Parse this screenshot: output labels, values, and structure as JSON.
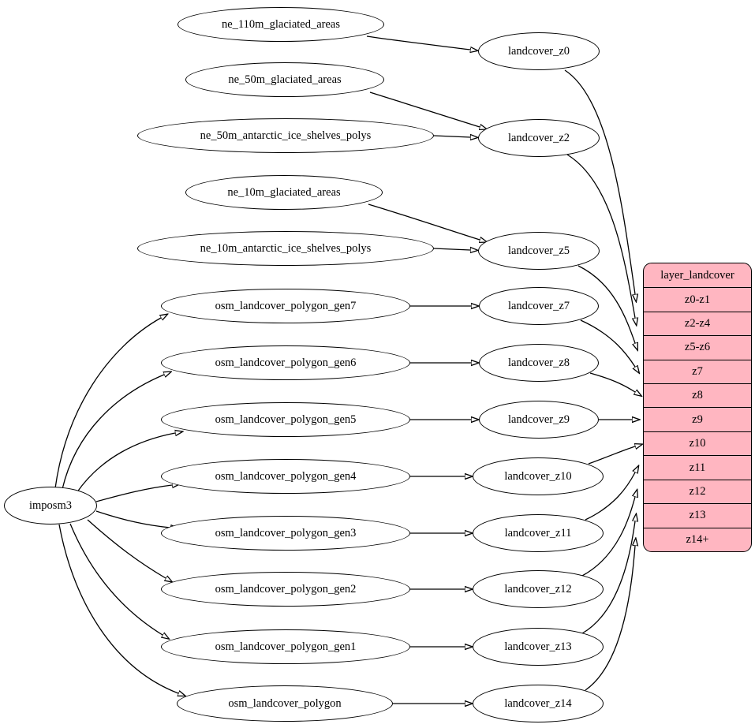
{
  "colors": {
    "background": "#ffffff",
    "node_fill": "#ffffff",
    "stroke": "#000000",
    "table_fill": "#ffb6c1"
  },
  "nodes": {
    "imposm3": "imposm3",
    "ne_110m_glaciated_areas": "ne_110m_glaciated_areas",
    "ne_50m_glaciated_areas": "ne_50m_glaciated_areas",
    "ne_50m_antarctic_ice_shelves_polys": "ne_50m_antarctic_ice_shelves_polys",
    "ne_10m_glaciated_areas": "ne_10m_glaciated_areas",
    "ne_10m_antarctic_ice_shelves_polys": "ne_10m_antarctic_ice_shelves_polys",
    "osm_landcover_polygon_gen7": "osm_landcover_polygon_gen7",
    "osm_landcover_polygon_gen6": "osm_landcover_polygon_gen6",
    "osm_landcover_polygon_gen5": "osm_landcover_polygon_gen5",
    "osm_landcover_polygon_gen4": "osm_landcover_polygon_gen4",
    "osm_landcover_polygon_gen3": "osm_landcover_polygon_gen3",
    "osm_landcover_polygon_gen2": "osm_landcover_polygon_gen2",
    "osm_landcover_polygon_gen1": "osm_landcover_polygon_gen1",
    "osm_landcover_polygon": "osm_landcover_polygon",
    "landcover_z0": "landcover_z0",
    "landcover_z2": "landcover_z2",
    "landcover_z5": "landcover_z5",
    "landcover_z7": "landcover_z7",
    "landcover_z8": "landcover_z8",
    "landcover_z9": "landcover_z9",
    "landcover_z10": "landcover_z10",
    "landcover_z11": "landcover_z11",
    "landcover_z12": "landcover_z12",
    "landcover_z13": "landcover_z13",
    "landcover_z14": "landcover_z14"
  },
  "table": {
    "title": "layer_landcover",
    "rows": [
      "z0-z1",
      "z2-z4",
      "z5-z6",
      "z7",
      "z8",
      "z9",
      "z10",
      "z11",
      "z12",
      "z13",
      "z14+"
    ]
  },
  "edges": [
    {
      "from": "imposm3",
      "to": "osm_landcover_polygon_gen7"
    },
    {
      "from": "imposm3",
      "to": "osm_landcover_polygon_gen6"
    },
    {
      "from": "imposm3",
      "to": "osm_landcover_polygon_gen5"
    },
    {
      "from": "imposm3",
      "to": "osm_landcover_polygon_gen4"
    },
    {
      "from": "imposm3",
      "to": "osm_landcover_polygon_gen3"
    },
    {
      "from": "imposm3",
      "to": "osm_landcover_polygon_gen2"
    },
    {
      "from": "imposm3",
      "to": "osm_landcover_polygon_gen1"
    },
    {
      "from": "imposm3",
      "to": "osm_landcover_polygon"
    },
    {
      "from": "ne_110m_glaciated_areas",
      "to": "landcover_z0"
    },
    {
      "from": "ne_50m_glaciated_areas",
      "to": "landcover_z2"
    },
    {
      "from": "ne_50m_antarctic_ice_shelves_polys",
      "to": "landcover_z2"
    },
    {
      "from": "ne_10m_glaciated_areas",
      "to": "landcover_z5"
    },
    {
      "from": "ne_10m_antarctic_ice_shelves_polys",
      "to": "landcover_z5"
    },
    {
      "from": "osm_landcover_polygon_gen7",
      "to": "landcover_z7"
    },
    {
      "from": "osm_landcover_polygon_gen6",
      "to": "landcover_z8"
    },
    {
      "from": "osm_landcover_polygon_gen5",
      "to": "landcover_z9"
    },
    {
      "from": "osm_landcover_polygon_gen4",
      "to": "landcover_z10"
    },
    {
      "from": "osm_landcover_polygon_gen3",
      "to": "landcover_z11"
    },
    {
      "from": "osm_landcover_polygon_gen2",
      "to": "landcover_z12"
    },
    {
      "from": "osm_landcover_polygon_gen1",
      "to": "landcover_z13"
    },
    {
      "from": "osm_landcover_polygon",
      "to": "landcover_z14"
    },
    {
      "from": "landcover_z0",
      "to": "layer_landcover:z0-z1"
    },
    {
      "from": "landcover_z2",
      "to": "layer_landcover:z2-z4"
    },
    {
      "from": "landcover_z5",
      "to": "layer_landcover:z5-z6"
    },
    {
      "from": "landcover_z7",
      "to": "layer_landcover:z7"
    },
    {
      "from": "landcover_z8",
      "to": "layer_landcover:z8"
    },
    {
      "from": "landcover_z9",
      "to": "layer_landcover:z9"
    },
    {
      "from": "landcover_z10",
      "to": "layer_landcover:z10"
    },
    {
      "from": "landcover_z11",
      "to": "layer_landcover:z11"
    },
    {
      "from": "landcover_z12",
      "to": "layer_landcover:z12"
    },
    {
      "from": "landcover_z13",
      "to": "layer_landcover:z13"
    },
    {
      "from": "landcover_z14",
      "to": "layer_landcover:z14+"
    }
  ]
}
